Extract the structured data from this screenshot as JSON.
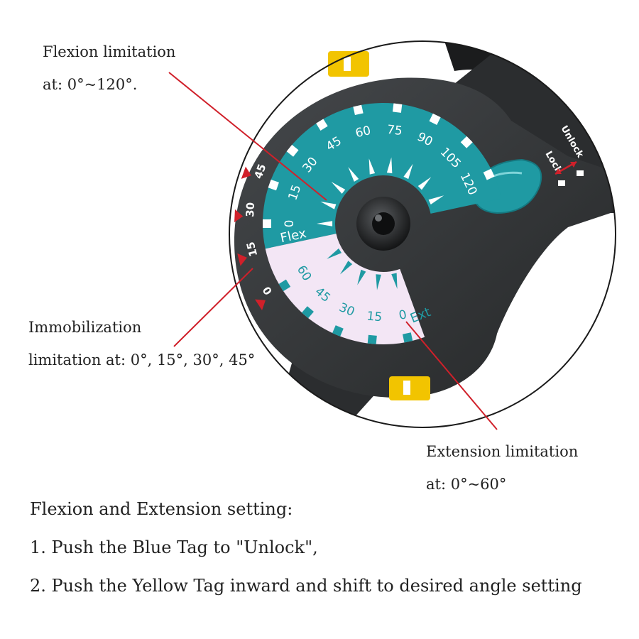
{
  "callouts": {
    "flexion": {
      "line1": "Flexion limitation",
      "line2": "at: 0°~120°."
    },
    "immobilization": {
      "line1": "Immobilization",
      "line2": "limitation at: 0°, 15°, 30°, 45°"
    },
    "extension": {
      "line1": "Extension limitation",
      "line2": "at: 0°~60°"
    }
  },
  "dial": {
    "flex_label": "Flex",
    "ext_label": "Ext",
    "flex_scale": [
      "0",
      "15",
      "30",
      "45",
      "60",
      "75",
      "90",
      "105",
      "120"
    ],
    "ext_scale": [
      "0",
      "15",
      "30",
      "45",
      "60"
    ],
    "immob_scale": [
      "0",
      "15",
      "30",
      "45"
    ],
    "lock_label": "Lock",
    "unlock_label": "Unlock"
  },
  "instructions": {
    "title": "Flexion and Extension setting:",
    "step1": "1. Push the Blue Tag to \"Unlock\",",
    "step2": "2. Push the Yellow Tag inward and shift to desired angle setting"
  },
  "colors": {
    "teal": "#1f9aa3",
    "lavender": "#f3e6f5",
    "hinge_dark": "#333639",
    "yellow_tag": "#f2c400",
    "arrow_red": "#d0202a",
    "text": "#222222"
  }
}
